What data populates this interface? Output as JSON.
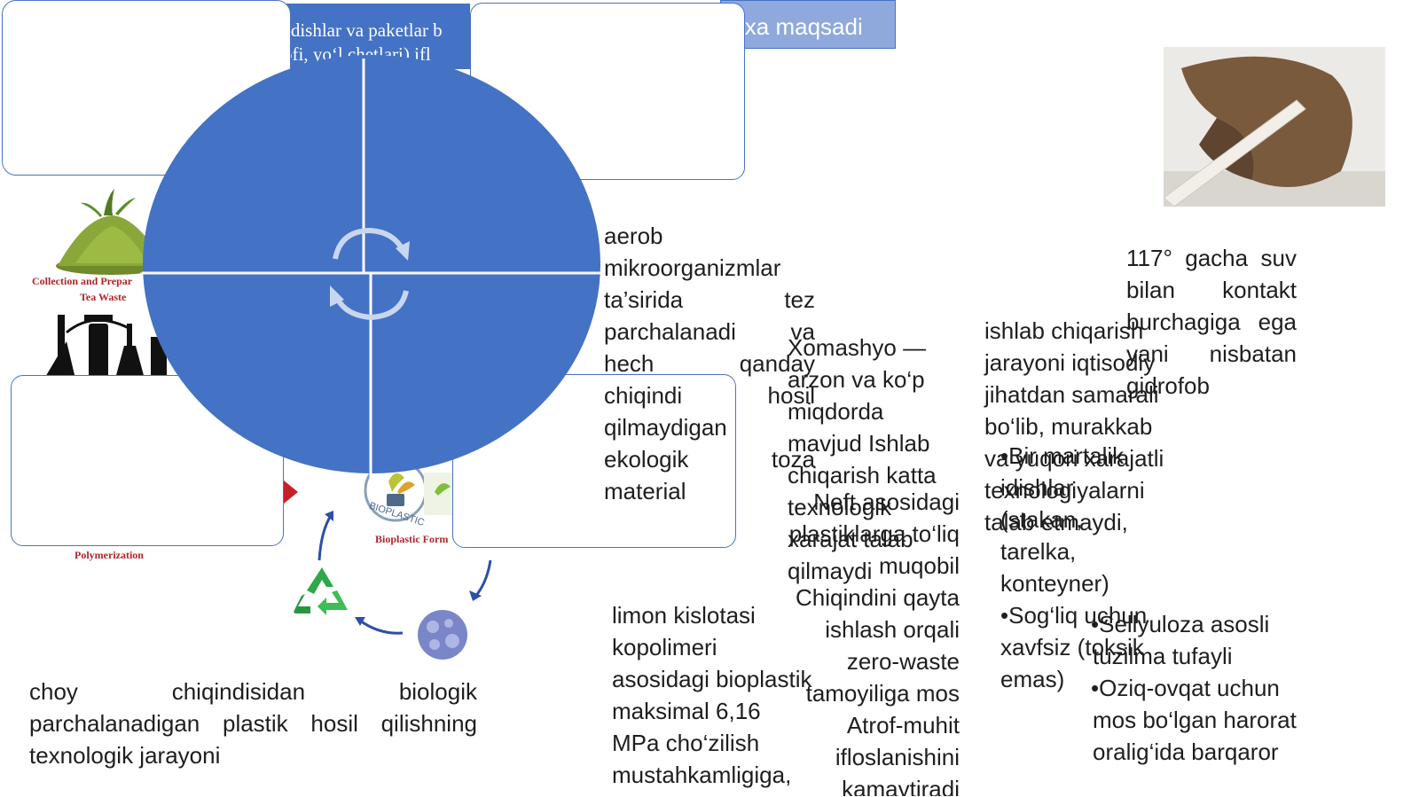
{
  "header": {
    "strip_line1": "idishlar va paketlar b",
    "strip_line2": "ofi, yo‘l chetlari) ifl",
    "strip_right": "vixa maqsadi"
  },
  "figure": {
    "label_collection": "Collection and Prepar",
    "label_tea_waste": "Tea Waste",
    "label_polymerization": "Polymerization",
    "label_bioplastic_form": "Bioplastic Form",
    "label_bioplastic_badge": "BIOPLASTIC",
    "recycle_icon": "recycle-icon",
    "cycle_icon": "cycle-arrows-icon"
  },
  "caption_left": "choy chiqindisidan biologik parchalanadigan plastik hosil qilishning texnologik jarayoni",
  "text_aerob": [
    "aerob",
    "mikroorganizmlar",
    "ta’sirida tez",
    "parchalanadi va",
    "hech qanday",
    "chiqindi hosil",
    "qilmaydigan",
    "ekologik toza",
    "material"
  ],
  "text_limon": [
    "limon kislotasi",
    "kopolimeri",
    "asosidagi bioplastik",
    "maksimal 6,16",
    "MPa cho‘zilish",
    "mustahkamligiga,"
  ],
  "text_xomashyo": [
    "Xomashyo —",
    "arzon va ko‘p",
    "miqdorda",
    "mavjud Ishlab",
    "chiqarish katta",
    "texnologik",
    "xarajat talab",
    "qilmaydi"
  ],
  "text_neft": [
    "Neft asosidagi",
    "plastiklarga to‘liq",
    "muqobil",
    "Chiqindini qayta",
    "ishlash orqali",
    "zero-waste",
    "tamoyiliga mos",
    "Atrof-muhit",
    "ifloslanishini",
    "kamaytiradi"
  ],
  "text_ishlab": [
    "ishlab chiqarish",
    "jarayoni iqtisodiy",
    "jihatdan samarali",
    "bo‘lib, murakkab",
    "va yuqori xarajatli",
    "texnologiyalarni",
    "talab etmaydi,"
  ],
  "text_bir": [
    "•Bir martalik",
    "idishlar",
    "(stakan,",
    "tarelka,",
    "konteyner)",
    "•Sog‘liq uchun",
    "xavfsiz (toksik",
    "emas)"
  ],
  "text_117": [
    "117° gacha suv",
    "bilan kontakt",
    "burchagiga ega",
    "yani nisbatan",
    "gidrofob"
  ],
  "text_sellyuloza": [
    "•Sellyuloza asosli",
    "tuzilma tufayli",
    "•Oziq-ovqat uchun",
    "mos bo‘lgan harorat",
    "oralig‘ida barqaror"
  ],
  "colors": {
    "accent": "#4472c4",
    "box_border": "#4a72c4",
    "caption_red": "#b0242a"
  }
}
